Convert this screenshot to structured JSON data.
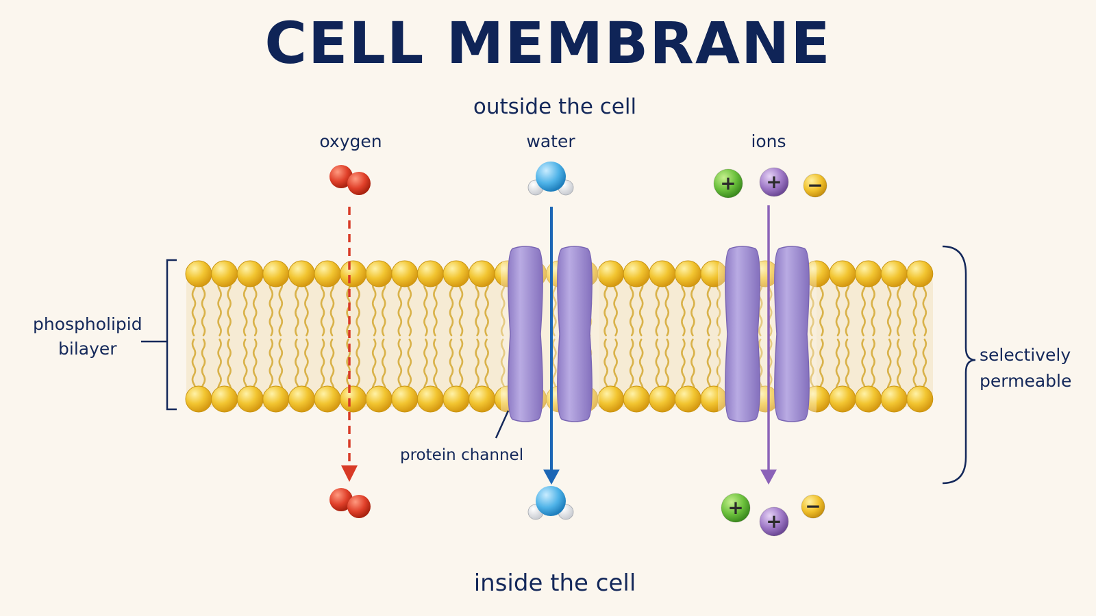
{
  "title": "CELL MEMBRANE",
  "regions": {
    "outside": "outside the cell",
    "inside": "inside the cell"
  },
  "molecules": {
    "oxygen": "oxygen",
    "water": "water",
    "ions": "ions"
  },
  "labels": {
    "bilayer_line1": "phospholipid",
    "bilayer_line2": "bilayer",
    "protein_channel": "protein channel",
    "permeable_line1": "selectively",
    "permeable_line2": "permeable"
  },
  "ion_signs": {
    "plus": "+",
    "minus": "−"
  },
  "colors": {
    "background": "#fbf6ee",
    "title": "#0f2457",
    "lipid_head": "#f2c531",
    "lipid_tail": "#d9b24a",
    "protein": "#a897d6",
    "oxygen": "#e0402a",
    "water": "#4fb3e8",
    "water_arrow": "#1c66b5",
    "ion_arrow": "#8b62b8",
    "ion_positive_green": "#6cc13d",
    "ion_positive_purple": "#a07ac8",
    "ion_negative": "#f1c12c"
  }
}
